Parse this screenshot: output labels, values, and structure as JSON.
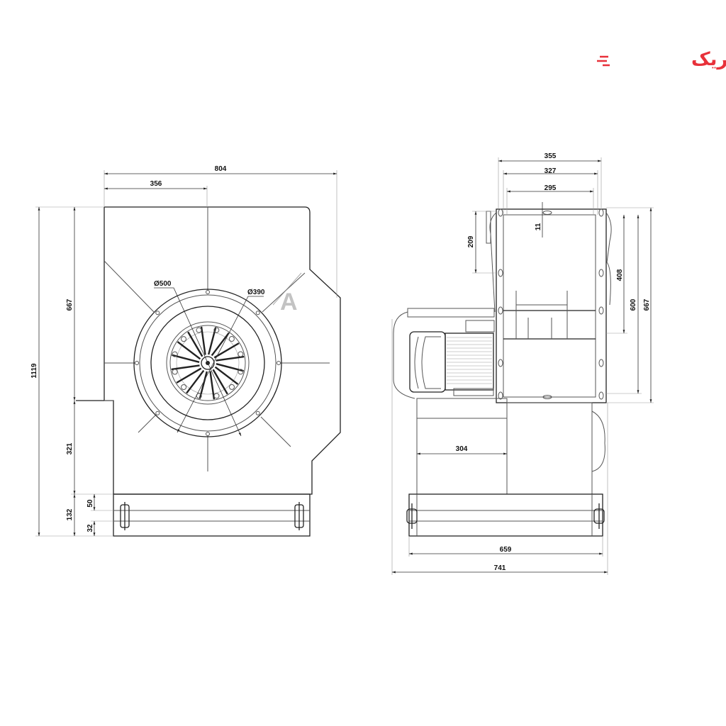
{
  "logo": {
    "text": "آتاالکتریک",
    "color": "#e8313a"
  },
  "watermark": {
    "text": "A"
  },
  "front_view": {
    "dimensions": {
      "overall_width": "804",
      "half_width": "356",
      "overall_height": "1119",
      "upper_height": "667",
      "lower_height": "321",
      "base_height": "132",
      "base_upper": "50",
      "base_lower": "32",
      "inlet_outer_diameter": "Ø500",
      "inlet_inner_diameter": "Ø390"
    }
  },
  "side_view": {
    "dimensions": {
      "flange_outer": "355",
      "flange_mid": "327",
      "flange_inner": "295",
      "slot": "11",
      "hole_spacing": "209",
      "height_408": "408",
      "height_600": "600",
      "height_667": "667",
      "motor_offset": "304",
      "base_width": "659",
      "overall_depth": "741"
    }
  }
}
